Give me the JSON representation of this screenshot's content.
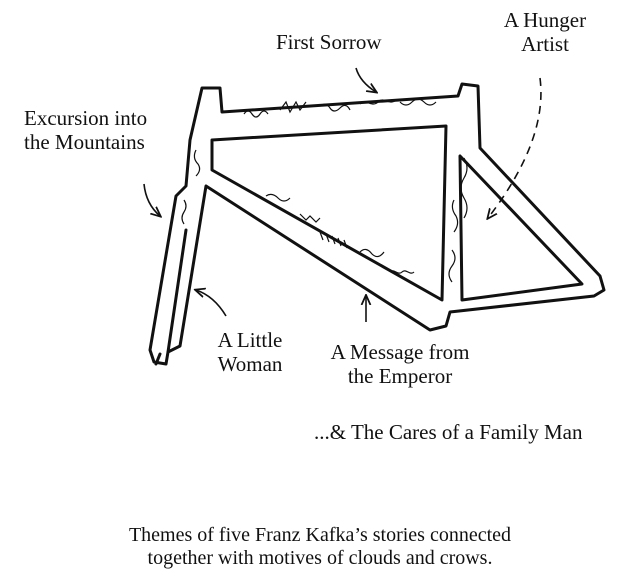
{
  "labels": {
    "first_sorrow": "First Sorrow",
    "hunger_artist_line1": "A Hunger",
    "hunger_artist_line2": "Artist",
    "excursion_line1": "Excursion into",
    "excursion_line2": "the Mountains",
    "little_woman_line1": "A Little",
    "little_woman_line2": "Woman",
    "message_line1": "A Message from",
    "message_line2": "the Emperor",
    "cares": "...& The Cares of a Family Man"
  },
  "caption": {
    "line1": "Themes of five Franz Kafka’s stories connected",
    "line2": "together with motives of clouds and crows."
  },
  "colors": {
    "ink": "#111111",
    "background": "#ffffff"
  }
}
